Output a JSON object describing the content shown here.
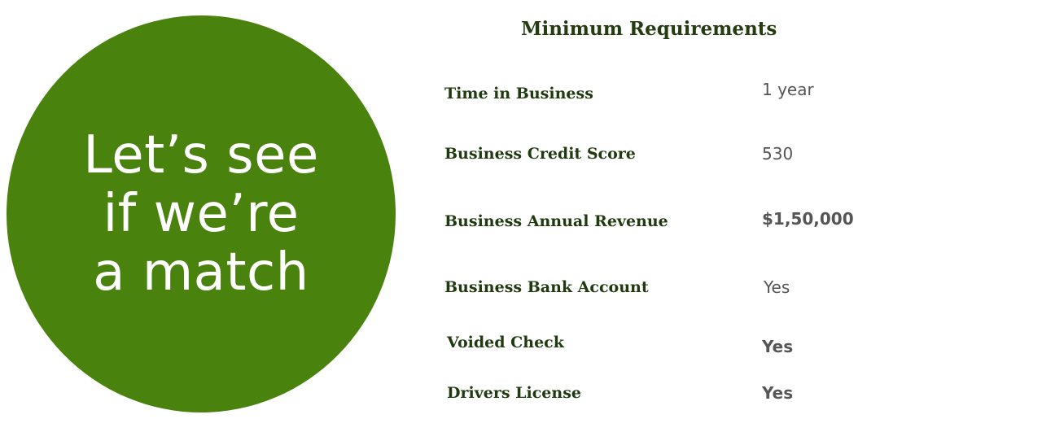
{
  "circle": {
    "lines": [
      "Let’s see",
      "if we’re",
      "a match"
    ],
    "color": "#4a820e"
  },
  "requirements": {
    "title": "Minimum Requirements",
    "items": [
      {
        "label": "Time in Business",
        "value": "1 year"
      },
      {
        "label": "Business Credit Score",
        "value": "530"
      },
      {
        "label": "Business Annual Revenue",
        "value": "$1,50,000"
      },
      {
        "label": "Business Bank Account",
        "value": "Yes"
      },
      {
        "label": "Voided Check",
        "value": "Yes"
      },
      {
        "label": "Drivers License",
        "value": "Yes"
      }
    ]
  },
  "colors": {
    "label": "#1f3a0e",
    "value": "#555555",
    "title": "#243c10"
  }
}
